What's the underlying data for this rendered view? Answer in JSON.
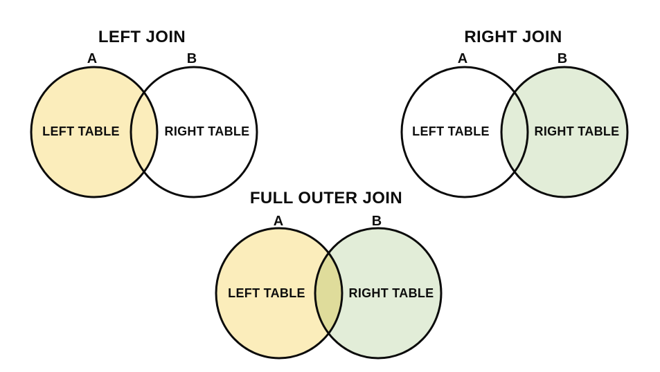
{
  "colors": {
    "background": "#FFFFFF",
    "text": "#0D0D0D",
    "circle_stroke": "#0B0B0B",
    "left_table_fill": "#FBEDBB",
    "right_table_fill": "#E2EDD8",
    "overlap_fill": "#DFDC9B"
  },
  "diagrams": [
    {
      "id": "left-join",
      "title": "LEFT JOIN",
      "circle_a_label": "A",
      "circle_b_label": "B",
      "circle_a_text": "LEFT TABLE",
      "circle_b_text": "RIGHT TABLE",
      "shaded": "A"
    },
    {
      "id": "right-join",
      "title": "RIGHT JOIN",
      "circle_a_label": "A",
      "circle_b_label": "B",
      "circle_a_text": "LEFT TABLE",
      "circle_b_text": "RIGHT TABLE",
      "shaded": "B"
    },
    {
      "id": "full-outer-join",
      "title": "FULL OUTER JOIN",
      "circle_a_label": "A",
      "circle_b_label": "B",
      "circle_a_text": "LEFT TABLE",
      "circle_b_text": "RIGHT TABLE",
      "shaded": "A+B"
    }
  ]
}
